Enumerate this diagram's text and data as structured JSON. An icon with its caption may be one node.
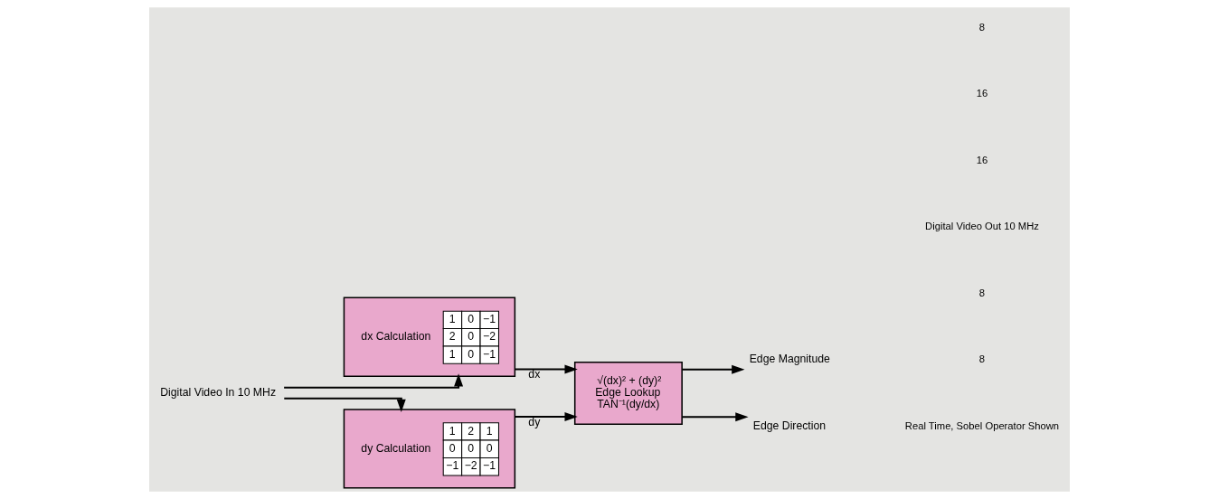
{
  "diagram": {
    "nodes": [
      {
        "text": [
          "Digital Video In 10 MHz"
        ]
      },
      {
        "text": [
          "dx Calculation",
          "1",
          "0",
          "−1",
          "2",
          "0",
          "−2",
          "1",
          "0",
          "−1"
        ]
      },
      {
        "text": [
          "dy Calculation",
          "1",
          "2",
          "1",
          "0",
          "0",
          "0",
          "−1",
          "−2",
          "−1"
        ]
      },
      {
        "text": [
          "√(dx)² + (dy)²",
          "Edge Lookup",
          "TAN⁻¹(dy/dx)"
        ]
      },
      {
        "text": [
          "Edge Magnitude"
        ]
      },
      {
        "text": [
          "Edge Direction"
        ]
      }
    ],
    "edges": [
      {
        "from": 0,
        "to": 1,
        "arrow": "to"
      },
      {
        "from": 0,
        "to": 2,
        "arrow": "to"
      },
      {
        "from": 1,
        "to": 3,
        "arrow": "to",
        "label": "dx"
      },
      {
        "from": 2,
        "to": 3,
        "arrow": "to",
        "label": "dy"
      },
      {
        "from": 3,
        "to": 4,
        "arrow": "to"
      },
      {
        "from": 3,
        "to": 5,
        "arrow": "to"
      }
    ],
    "labels": [
      "8",
      "16",
      "16",
      "Digital Video Out 10 MHz",
      "8",
      "8",
      "Real Time, Sobel Operator Shown"
    ]
  }
}
